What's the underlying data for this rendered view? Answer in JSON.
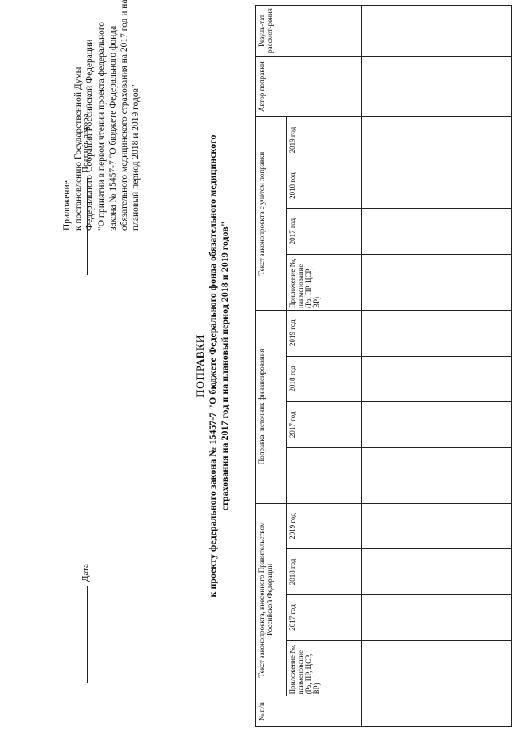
{
  "appendix": {
    "lines": [
      "Приложение",
      "к  постановлению Государственной Думы",
      "Федерального Собрания Российской Федерации",
      "\"О принятии  в первом чтении проекта федерального",
      "закона  № 15457-7 \"О бюджете Федерального фонда",
      "обязательного медицинского страхования на 2017 год и на",
      "плановый период 2018 и 2019 годов\""
    ]
  },
  "title": {
    "main": "ПОПРАВКИ",
    "line2": "к проекту  федерального закона № 15457-7 \"О бюджете Федерального фонда обязательного медицинского",
    "line3": "страхования на 2017 год и на плановый период 2018 и 2019 годов\""
  },
  "table": {
    "num_header": "№ п/п",
    "groups": [
      "Текст законопроекта, внесенного Правительством Российской Федерации",
      "Поправка, источник финансирования",
      "Текст законопроекта с учетом поправки"
    ],
    "author_header": "Автор поправки",
    "result_header": "Резуль-тат рассмот-рения",
    "sub_appendix": "Приложение №, наименование (Рз, ПР, ЦСР, ВР)",
    "year_2017": "2017 год",
    "year_2018": "2018 год",
    "year_2019": "2019 год"
  },
  "signature": {
    "date_label": "Дата",
    "author_label": "Подпись автора"
  }
}
